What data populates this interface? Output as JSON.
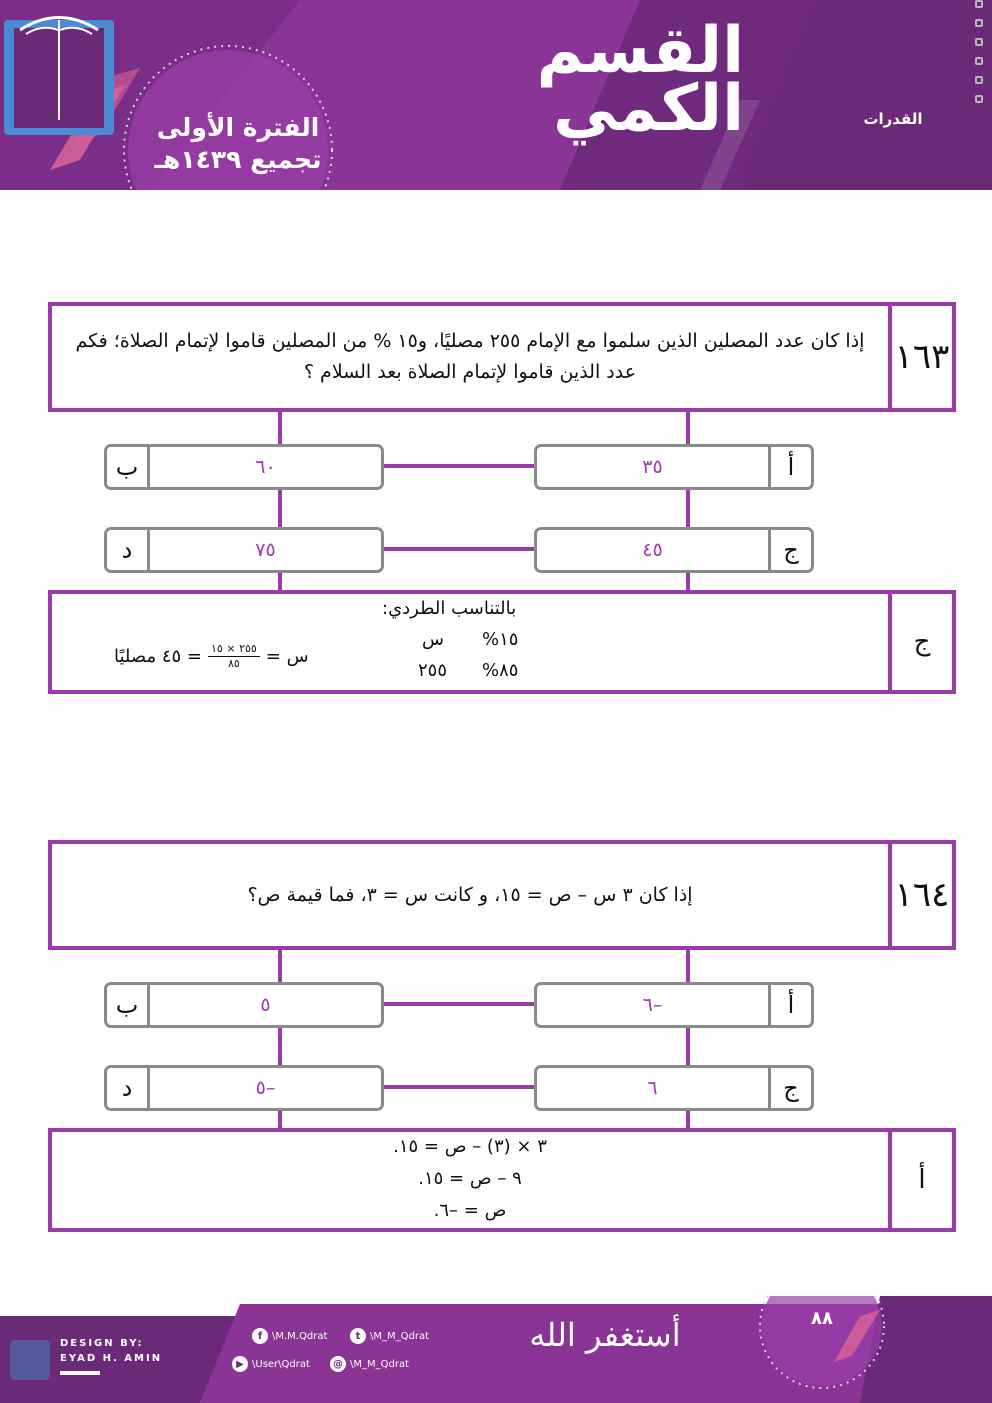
{
  "header": {
    "title_line1": "القسم",
    "title_line2": "الكمي",
    "period_line1": "الفترة الأولى",
    "period_line2": "تجميع ١٤٣٩هـ",
    "logo_text": "القدرات",
    "colors": {
      "primary": "#8a3596",
      "dark": "#6a2a78",
      "pink": "#d9649a"
    }
  },
  "questions": [
    {
      "number": "١٦٣",
      "text": "إذا كان عدد المصلين الذين سلموا مع الإمام ٢٥٥ مصليًا، و١٥ % من المصلين قاموا لإتمام الصلاة؛ فكم عدد الذين قاموا لإتمام الصلاة بعد السلام ؟",
      "options": {
        "a": {
          "letter": "أ",
          "value": "٣٥"
        },
        "b": {
          "letter": "ب",
          "value": "٦٠"
        },
        "c": {
          "letter": "ج",
          "value": "٤٥"
        },
        "d": {
          "letter": "د",
          "value": "٧٥"
        }
      },
      "answer": "ج",
      "solution": {
        "heading": "بالتناسب الطردي:",
        "row1_pct": "١٥%",
        "row1_val": "س",
        "row2_pct": "٨٥%",
        "row2_val": "٢٥٥",
        "eq_lhs": "س =",
        "frac_num": "٢٥٥ × ١٥",
        "frac_den": "٨٥",
        "eq_rhs": "= ٤٥ مصليًا"
      }
    },
    {
      "number": "١٦٤",
      "text": "إذا كان ٣ س – ص = ١٥، و كانت س = ٣، فما قيمة ص؟",
      "options": {
        "a": {
          "letter": "أ",
          "value": "–٦"
        },
        "b": {
          "letter": "ب",
          "value": "٥"
        },
        "c": {
          "letter": "ج",
          "value": "٦"
        },
        "d": {
          "letter": "د",
          "value": "–٥"
        }
      },
      "answer": "أ",
      "solution": {
        "line1": "٣ × (٣) – ص = ١٥.",
        "line2": "٩ – ص = ١٥.",
        "line3": "ص = –٦."
      }
    }
  ],
  "footer": {
    "design_by": "DESIGN BY:",
    "designer": "EYAD H. AMIN",
    "social": {
      "facebook": "\\M.M.Qdrat",
      "twitter": "\\M_M_Qdrat",
      "youtube": "\\User\\Qdrat",
      "other": "\\M_M_Qdrat"
    },
    "page_number": "٨٨",
    "istighfar": "أستغفر الله"
  }
}
